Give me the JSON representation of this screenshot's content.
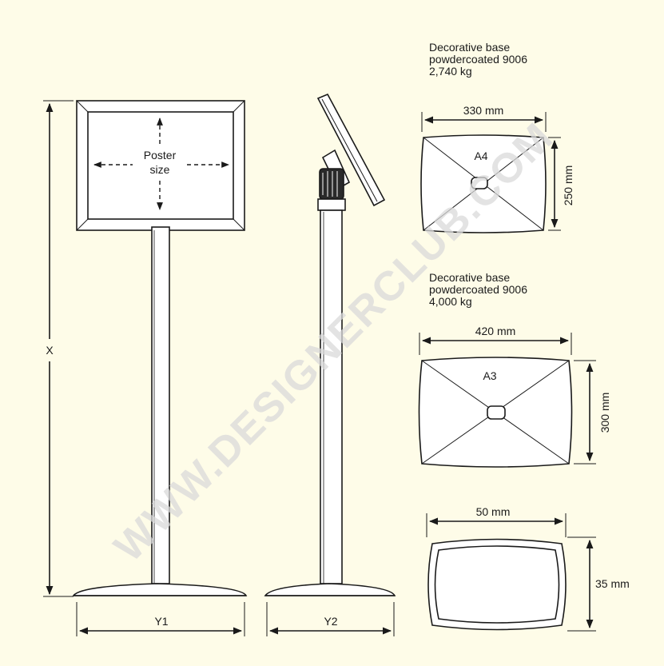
{
  "colors": {
    "background": "#fefce8",
    "ink": "#1a1a1a",
    "paper": "#ffffff",
    "watermark": "#d9d9d9"
  },
  "front_view": {
    "poster_label_line1": "Poster",
    "poster_label_line2": "size",
    "height_label": "X",
    "width_label": "Y1"
  },
  "side_view": {
    "width_label": "Y2"
  },
  "base_a4": {
    "note_line1": "Decorative base",
    "note_line2": "powdercoated 9006",
    "note_line3": "2,740 kg",
    "width_dim": "330 mm",
    "depth_dim": "250 mm",
    "size_label": "A4"
  },
  "base_a3": {
    "note_line1": "Decorative base",
    "note_line2": "powdercoated 9006",
    "note_line3": "4,000 kg",
    "width_dim": "420 mm",
    "depth_dim": "300 mm",
    "size_label": "A3"
  },
  "pole_section": {
    "width_dim": "50 mm",
    "depth_dim": "35 mm"
  },
  "watermark": {
    "text": "WWW.DESIGNERCLUB.COM"
  }
}
